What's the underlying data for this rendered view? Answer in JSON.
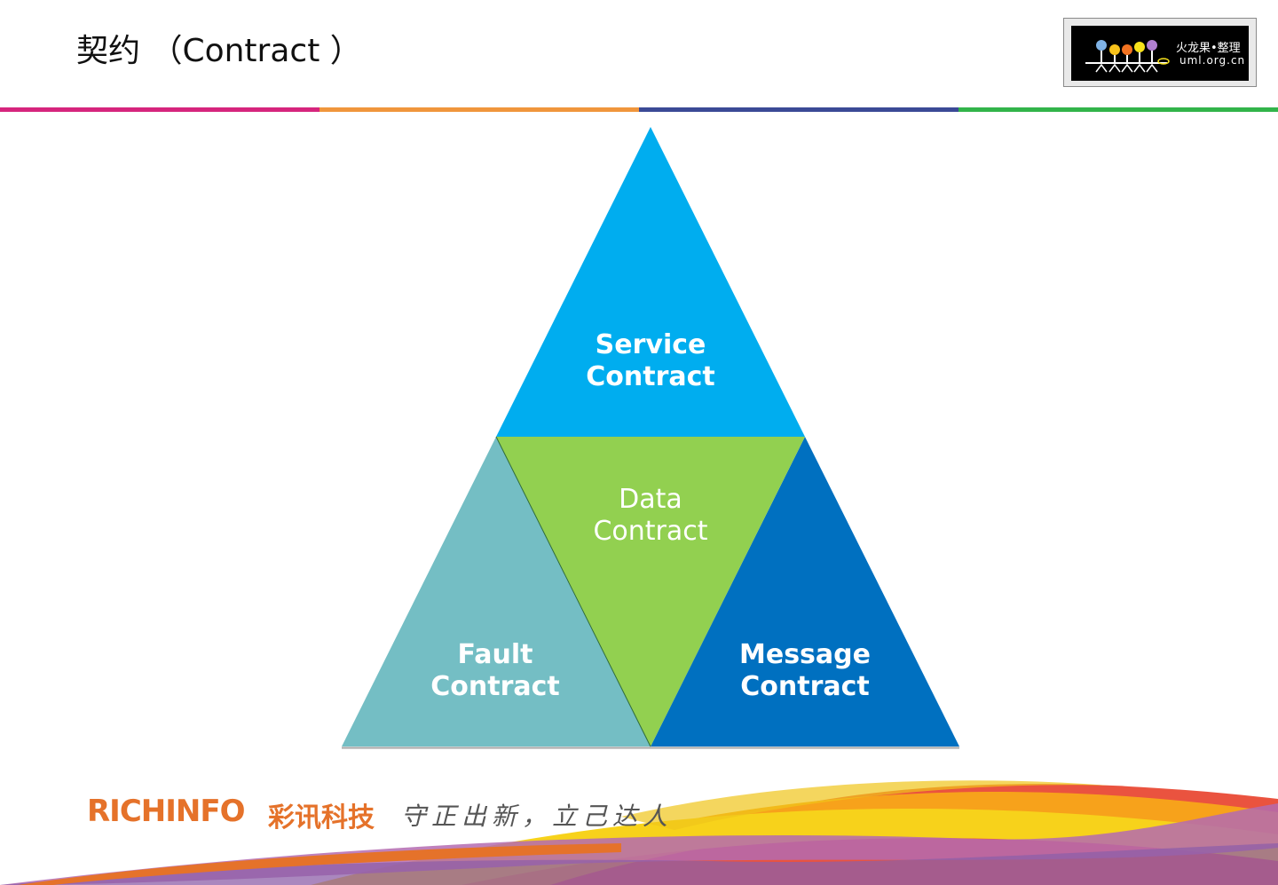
{
  "slide": {
    "title": "契约 （Contract ）"
  },
  "logo": {
    "line1": "火龙果•整理",
    "line2": "uml.org.cn"
  },
  "divider_colors": [
    "#d6257d",
    "#f0963c",
    "#3b4a96",
    "#32b44a"
  ],
  "diagram": {
    "colors": {
      "service": "#00adef",
      "data": "#92d050",
      "fault": "#74bec4",
      "message": "#0070c0"
    },
    "service_contract": [
      "Service",
      "Contract"
    ],
    "data_contract": [
      "Data",
      "Contract"
    ],
    "fault_contract": [
      "Fault",
      "Contract"
    ],
    "message_contract": [
      "Message",
      "Contract"
    ]
  },
  "footer": {
    "brand": "RICHINFO",
    "brand_cn": "彩讯科技",
    "slogan": "守正出新，立己达人"
  }
}
